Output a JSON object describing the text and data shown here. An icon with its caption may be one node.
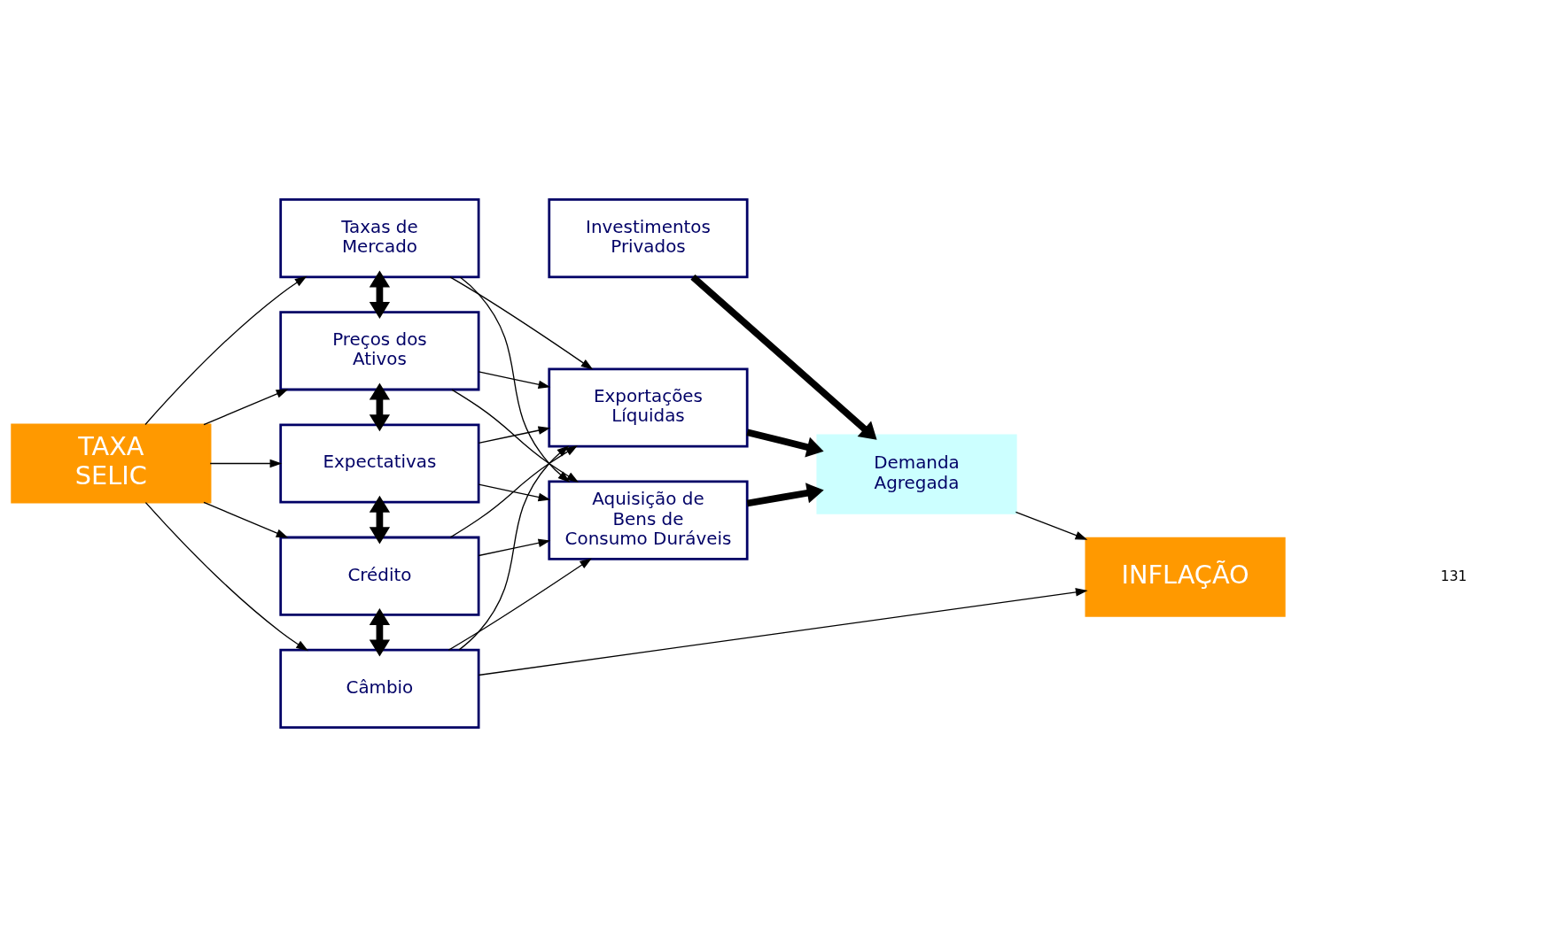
{
  "diagram": {
    "nodes": [
      {
        "text": [
          "TAXA SELIC"
        ]
      },
      {
        "text": [
          "Taxas de Mercado"
        ]
      },
      {
        "text": [
          "Preços dos Ativos"
        ]
      },
      {
        "text": [
          "Expectativas"
        ]
      },
      {
        "text": [
          "Crédito"
        ]
      },
      {
        "text": [
          "Câmbio"
        ]
      },
      {
        "text": [
          "Investimentos Privados"
        ]
      },
      {
        "text": [
          "Aquisição de Bens de Consumo Duráveis"
        ]
      },
      {
        "text": [
          "Exportações Líquidas"
        ]
      },
      {
        "text": [
          "Demanda Agregada"
        ]
      },
      {
        "text": [
          "INFLAÇÃO"
        ]
      }
    ],
    "edges": [
      {
        "from": 0,
        "to": 1,
        "arrow": "to"
      },
      {
        "from": 0,
        "to": 2,
        "arrow": "to"
      },
      {
        "from": 0,
        "to": 3,
        "arrow": "to"
      },
      {
        "from": 0,
        "to": 4,
        "arrow": "to"
      },
      {
        "from": 0,
        "to": 5,
        "arrow": "to"
      },
      {
        "from": 1,
        "to": 2,
        "arrow": "both",
        "style": "thick"
      },
      {
        "from": 2,
        "to": 3,
        "arrow": "both",
        "style": "thick"
      },
      {
        "from": 3,
        "to": 4,
        "arrow": "both",
        "style": "thick"
      },
      {
        "from": 4,
        "to": 5,
        "arrow": "both",
        "style": "thick"
      },
      {
        "from": 1,
        "to": 7,
        "arrow": "to"
      },
      {
        "from": 2,
        "to": 7,
        "arrow": "to"
      },
      {
        "from": 3,
        "to": 7,
        "arrow": "to"
      },
      {
        "from": 4,
        "to": 7,
        "arrow": "to"
      },
      {
        "from": 5,
        "to": 7,
        "arrow": "to"
      },
      {
        "from": 1,
        "to": 8,
        "arrow": "to"
      },
      {
        "from": 2,
        "to": 8,
        "arrow": "to"
      },
      {
        "from": 3,
        "to": 8,
        "arrow": "to"
      },
      {
        "from": 4,
        "to": 8,
        "arrow": "to"
      },
      {
        "from": 5,
        "to": 8,
        "arrow": "to"
      },
      {
        "from": 6,
        "to": 9,
        "arrow": "to",
        "style": "thick"
      },
      {
        "from": 7,
        "to": 9,
        "arrow": "to",
        "style": "thick"
      },
      {
        "from": 8,
        "to": 9,
        "arrow": "to",
        "style": "thick"
      },
      {
        "from": 9,
        "to": 10,
        "arrow": "to"
      },
      {
        "from": 5,
        "to": 10,
        "arrow": "to"
      }
    ],
    "labels": [
      "131"
    ]
  }
}
